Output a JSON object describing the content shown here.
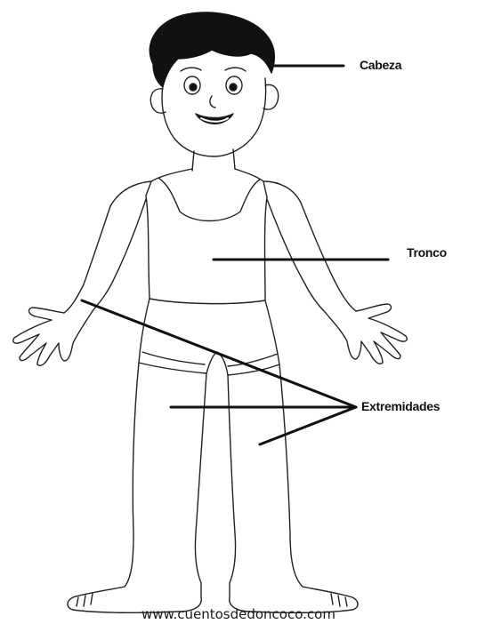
{
  "labels": {
    "head": "Cabeza",
    "trunk": "Tronco",
    "limbs": "Extremidades"
  },
  "credit": "www.cuentosdedoncoco.com",
  "colors": {
    "ink": "#111111",
    "background": "#ffffff"
  }
}
